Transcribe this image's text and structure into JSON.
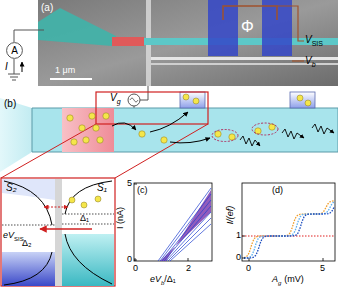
{
  "diagram": {
    "nodes": [
      {
        "text": [
          "A"
        ]
      }
    ],
    "labels": [
      "(a)",
      "1 μm",
      "Φ",
      "V",
      "SIS",
      "V",
      "b",
      "I",
      "V",
      "g",
      "(b)",
      "S₂",
      "S₁",
      "eV",
      "SIS",
      "Δ₁",
      "Δ₂",
      "(c)",
      "I (nA)",
      "5",
      "0",
      "0",
      "2",
      "eV",
      "b",
      "/Δ₁",
      "(d)",
      "I/(ef)",
      "1",
      "0",
      "0",
      "5",
      "A",
      "g",
      "(mV)"
    ]
  }
}
